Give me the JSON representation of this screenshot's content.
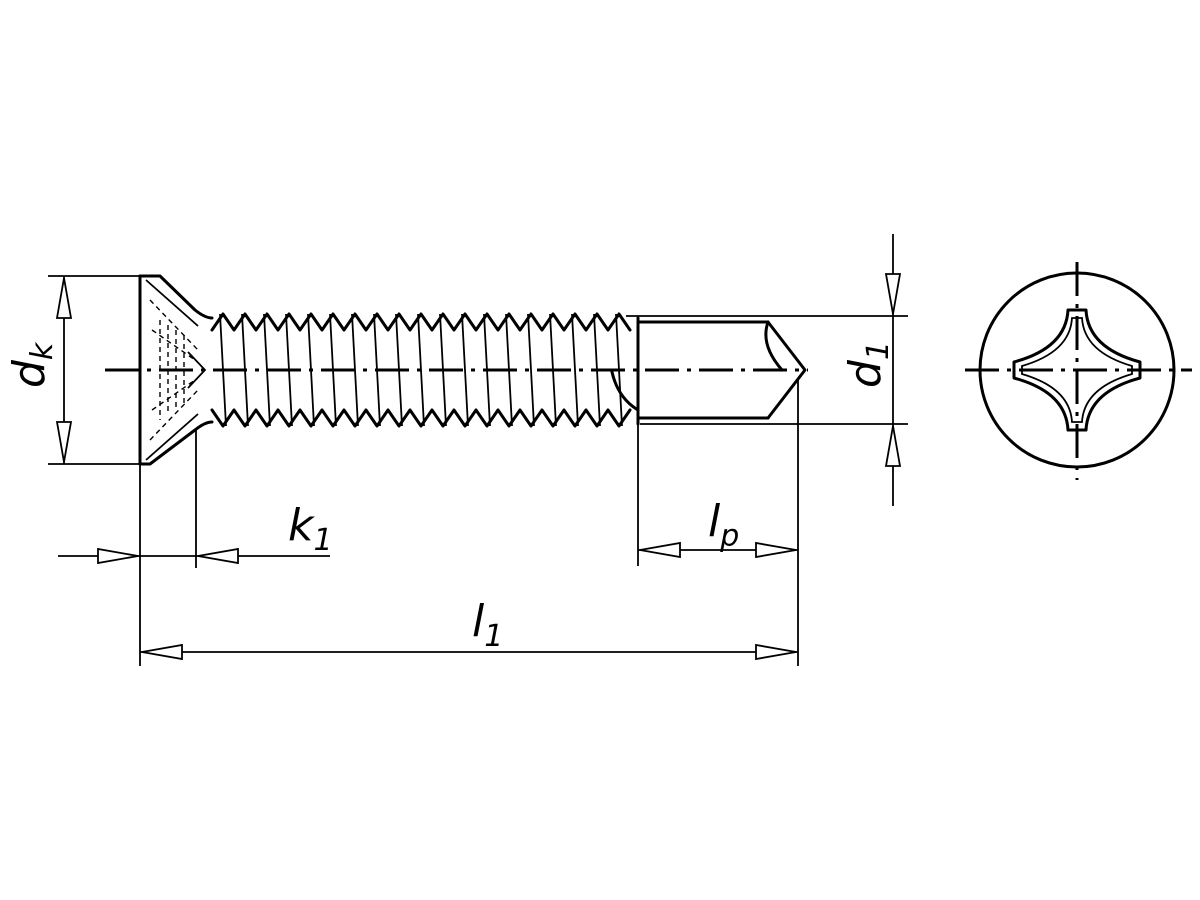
{
  "labels": {
    "dk": {
      "main": "d",
      "sub": "k"
    },
    "k1": {
      "main": "k",
      "sub": "1"
    },
    "l1": {
      "main": "l",
      "sub": "1"
    },
    "lp": {
      "main": "l",
      "sub": "p"
    },
    "d1": {
      "main": "d",
      "sub": "1"
    }
  }
}
